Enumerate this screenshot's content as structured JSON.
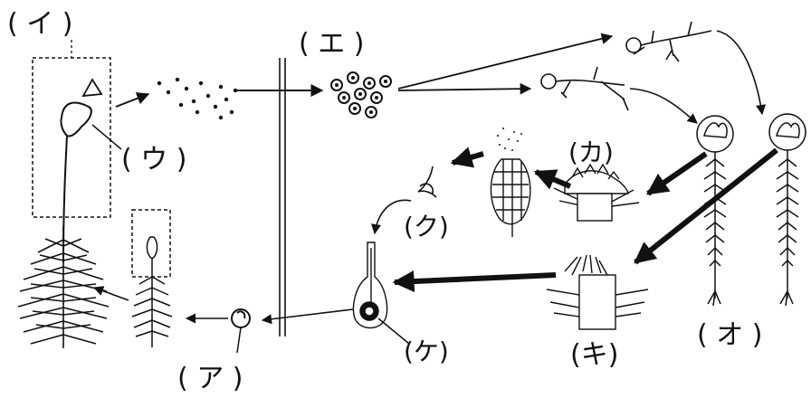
{
  "labels": {
    "a": "( ア )",
    "i": "( イ )",
    "u": "( ウ )",
    "e": "( エ )",
    "o": "( オ )",
    "ka": "(カ)",
    "ki": "(キ)",
    "ku": "(ク)",
    "ke": "(ケ)"
  },
  "colors": {
    "ink": "#111111",
    "background": "#ffffff"
  }
}
